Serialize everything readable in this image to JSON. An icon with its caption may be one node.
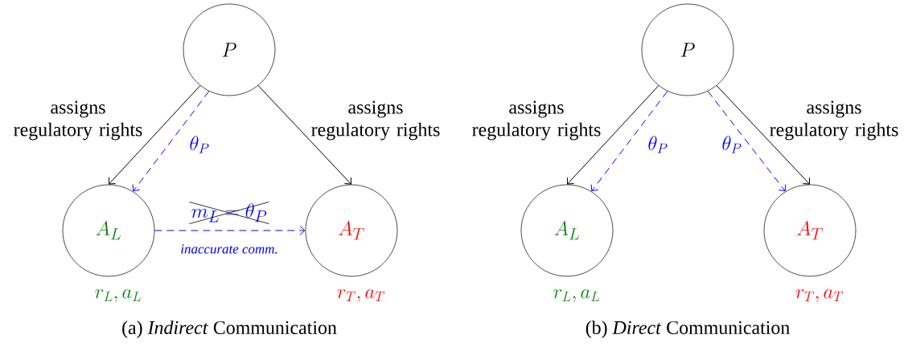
{
  "diagram": {
    "nodes": [
      {
        "text": [
          "P"
        ]
      },
      {
        "text": [
          "A_L"
        ],
        "beside": [
          "r_L, a_L"
        ]
      },
      {
        "text": [
          "A_T"
        ],
        "beside": [
          "r_T, a_T"
        ]
      },
      {
        "text": [
          "P"
        ]
      },
      {
        "text": [
          "A_L"
        ],
        "beside": [
          "r_L, a_L"
        ]
      },
      {
        "text": [
          "A_T"
        ],
        "beside": [
          "r_T, a_T"
        ]
      }
    ],
    "edges": [
      {
        "from": 0,
        "to": 1,
        "arrow": "to",
        "label": "assigns regulatory rights"
      },
      {
        "from": 0,
        "to": 1,
        "arrow": "to",
        "label": "\\theta_P",
        "style": "dashed",
        "color": "#0000ff"
      },
      {
        "from": 0,
        "to": 2,
        "arrow": "to",
        "label": "assigns regulatory rights"
      },
      {
        "from": 1,
        "to": 2,
        "arrow": "to",
        "label": "inaccurate comm.",
        "style": "dashed",
        "color": "#0000ff"
      },
      {
        "from": 3,
        "to": 4,
        "arrow": "to",
        "label": "assigns regulatory rights"
      },
      {
        "from": 3,
        "to": 4,
        "arrow": "to",
        "label": "\\theta_P",
        "style": "dashed",
        "color": "#0000ff"
      },
      {
        "from": 3,
        "to": 5,
        "arrow": "to",
        "label": "\\theta_P",
        "style": "dashed",
        "color": "#0000ff"
      },
      {
        "from": 3,
        "to": 5,
        "arrow": "to",
        "label": "assigns regulatory rights"
      }
    ],
    "labels": [
      "m_L = \\theta_P",
      "(a) *Indirect* Communication",
      "(b) *Direct* Communication"
    ]
  }
}
